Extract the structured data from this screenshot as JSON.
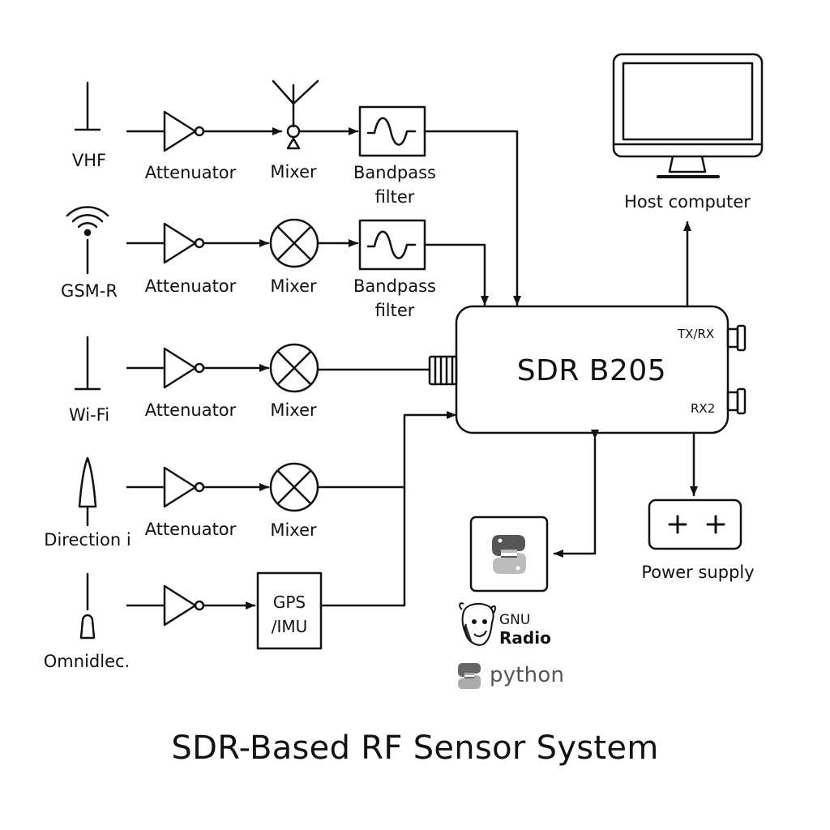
{
  "title": "SDR-Based RF Sensor System",
  "antennas": [
    {
      "label": "VHF",
      "icon": "monopole-antenna-icon"
    },
    {
      "label": "GSM-R",
      "icon": "wireless-signal-antenna-icon"
    },
    {
      "label": "Wi-Fi",
      "icon": "monopole-antenna-icon"
    },
    {
      "label": "Direction i",
      "icon": "directional-antenna-icon"
    },
    {
      "label": "Omnidlec.",
      "icon": "omni-antenna-icon"
    }
  ],
  "chain": {
    "attenuator_label": "Attenuator",
    "mixer_label": "Mixer",
    "bandpass_label": [
      "Bandpass",
      "filter"
    ]
  },
  "gps": [
    "GPS",
    "/IMU"
  ],
  "sdr": {
    "name": "SDR B205",
    "port_txrx": "TX/RX",
    "port_rx2": "RX2"
  },
  "host_label": "Host computer",
  "power": {
    "label": "Power supply",
    "symbols": "+ +"
  },
  "software": {
    "gnu_line1": "GNU",
    "gnu_line2": "Radio",
    "python": "python"
  },
  "icons": [
    "python-logo-icon",
    "gnu-radio-logo-icon",
    "monitor-icon",
    "bandpass-filter-icon",
    "mixer-icon"
  ]
}
